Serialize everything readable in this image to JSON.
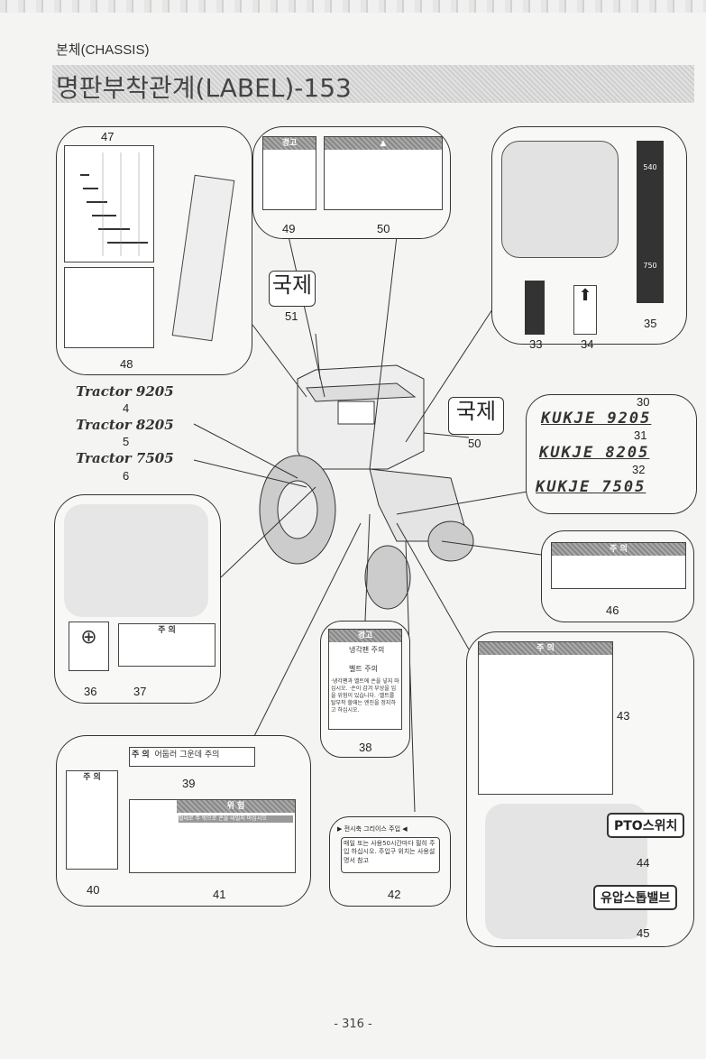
{
  "header": {
    "section": "본체(CHASSIS)",
    "title": "명판부착관계(LABEL)-153"
  },
  "callouts": {
    "n47": "47",
    "n48": "48",
    "n49": "49",
    "n50": "50",
    "n51": "51",
    "n33": "33",
    "n34": "34",
    "n35": "35",
    "n4": "4",
    "n5": "5",
    "n6": "6",
    "n30": "30",
    "n31": "31",
    "n32": "32",
    "n50b": "50",
    "n36": "36",
    "n37": "37",
    "n46": "46",
    "n43": "43",
    "n38": "38",
    "n39": "39",
    "n40": "40",
    "n41": "41",
    "n42": "42",
    "n44": "44",
    "n45": "45"
  },
  "models": {
    "t1": "Tractor 9205",
    "t2": "Tractor 8205",
    "t3": "Tractor 7505",
    "k1": "KUKJE  9205",
    "k2": "KUKJE  8205",
    "k3": "KUKJE  7505"
  },
  "logo": {
    "gukje": "국제"
  },
  "pto": {
    "s540": "540",
    "s750": "750"
  },
  "labels": {
    "warning": "경고",
    "caution": "주 의",
    "danger": "위 험",
    "attention": "주 의",
    "l38_a": "냉각팬 주의",
    "l38_b": "벨트 주의",
    "l38_body": "·냉각팬과 벨트에 손을 넣지 마십시오. ·손이 감겨 부상을 입을 위험이 있습니다. ·벨트를 탈부착 할때는 엔진을 정지하고 하십시오.",
    "l39": "어둡러 그운데 주의",
    "l41_head": "절대로 주 밖으로 손을 내밀지 마십시오",
    "l42_head": "▶ 전시축 그리이스 주입 ◀",
    "l42_body": "매일 또는 사용50시간마다 필히 주입 하십시오. 주입구 위치는 사용설명서 참고",
    "l44": "PTO스위치",
    "l45": "유압스톱밸브"
  },
  "footer": {
    "page": "- 316 -"
  }
}
